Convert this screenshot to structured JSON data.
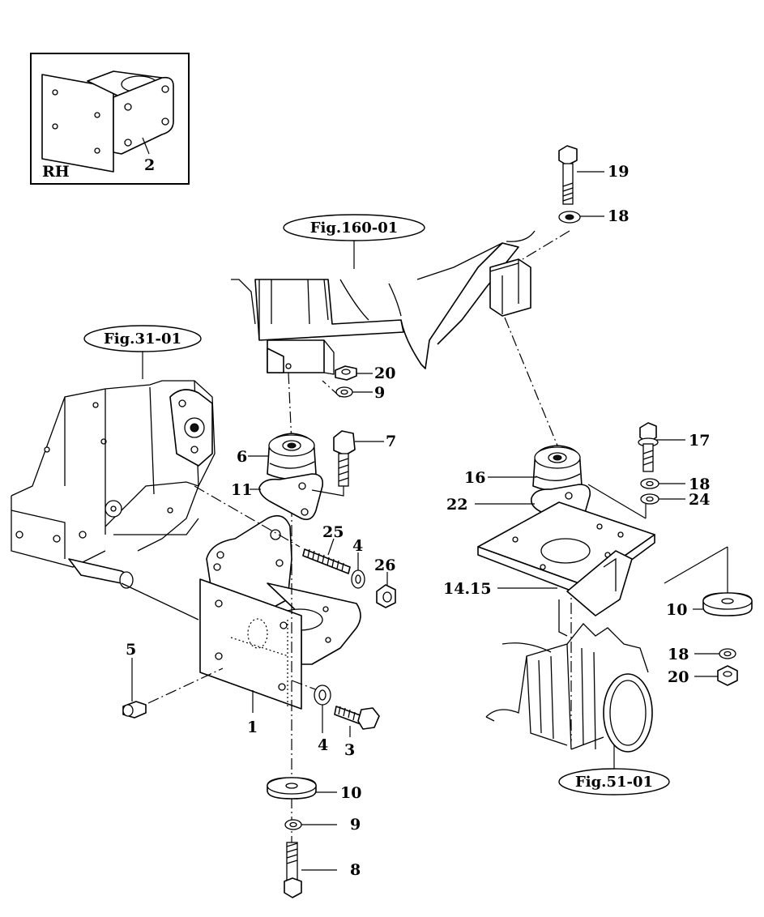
{
  "inset": {
    "side_label": "RH",
    "part_number": "2"
  },
  "references": {
    "fig_160": "Fig.160-01",
    "fig_31": "Fig.31-01",
    "fig_51": "Fig.51-01"
  },
  "callouts": {
    "c19": "19",
    "c18a": "18",
    "c20a": "20",
    "c9a": "9",
    "c7": "7",
    "c6": "6",
    "c11": "11",
    "c25": "25",
    "c4a": "4",
    "c26": "26",
    "c5": "5",
    "c1": "1",
    "c4b": "4",
    "c3": "3",
    "c10a": "10",
    "c9b": "9",
    "c8": "8",
    "c17": "17",
    "c16": "16",
    "c18b": "18",
    "c22": "22",
    "c24": "24",
    "c1415": "14.15",
    "c10b": "10",
    "c18c": "18",
    "c20b": "20"
  }
}
